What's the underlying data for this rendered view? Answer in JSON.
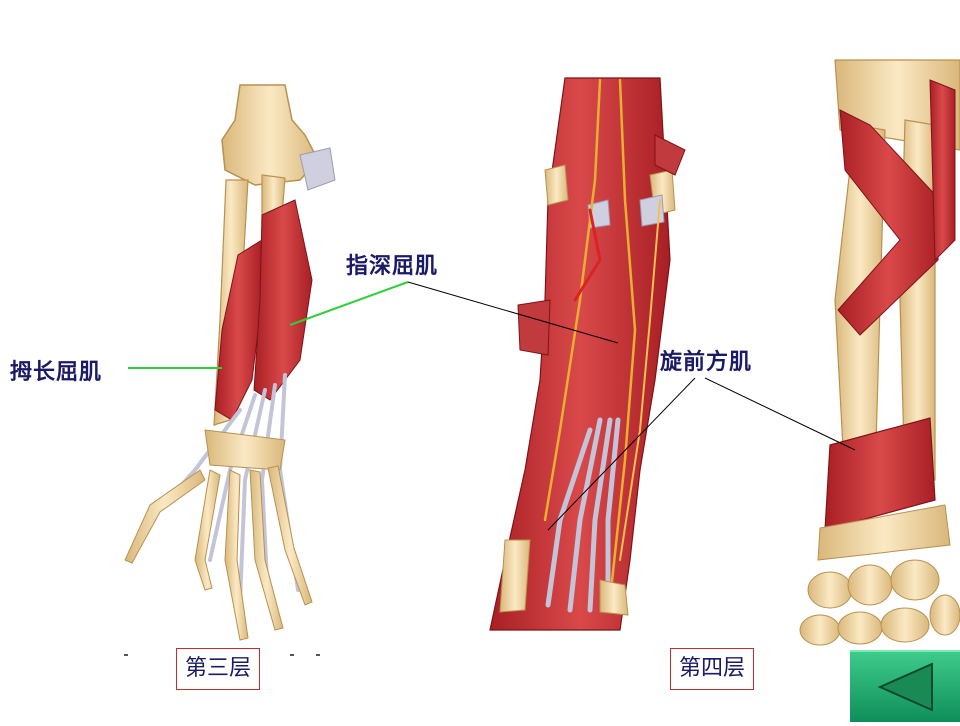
{
  "labels": {
    "fpl": "拇长屈肌",
    "fdp": "指深屈肌",
    "pq": "旋前方肌"
  },
  "layers": {
    "third": "第三层",
    "fourth": "第四层"
  },
  "nav": {
    "back_icon": "triangle-left-icon"
  },
  "colors": {
    "label_text": "#1a1a66",
    "fpl_leader": "#2fcf3a",
    "fdp_leader": "#000000",
    "pq_leader": "#000000",
    "layer_border": "#c03030",
    "muscle": "#c8373a",
    "bone": "#f0d9a6",
    "tendon": "#c7c7d9",
    "nav_button": "#1aaa6a"
  }
}
